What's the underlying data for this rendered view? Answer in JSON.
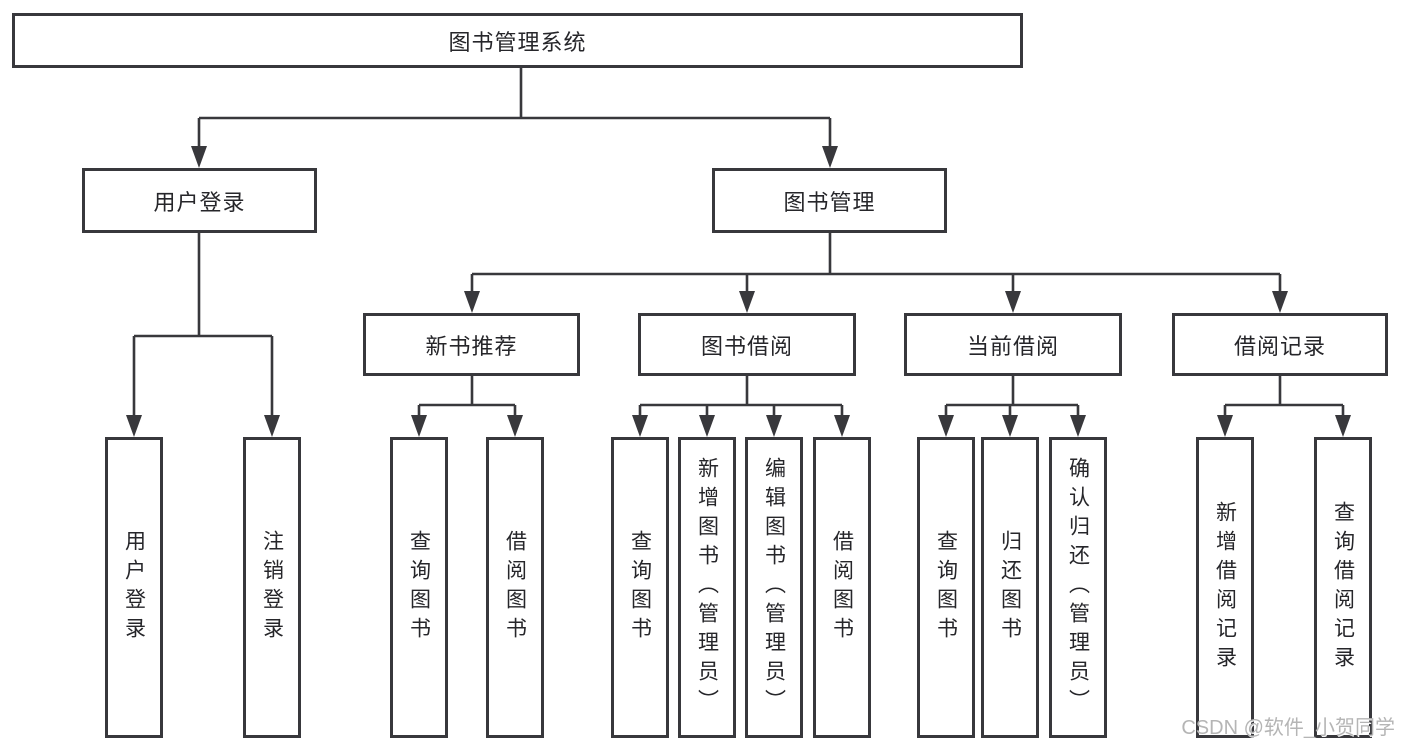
{
  "diagram": {
    "type": "hierarchy",
    "title": "图书管理系统"
  },
  "nodes": {
    "root": {
      "label": "图书管理系统",
      "parent": null
    },
    "user_login": {
      "label": "用户登录",
      "parent": "root"
    },
    "book_management": {
      "label": "图书管理",
      "parent": "root"
    },
    "login": {
      "label": "用户登录",
      "parent": "user_login"
    },
    "logout": {
      "label": "注销登录",
      "parent": "user_login"
    },
    "new_book_recommend": {
      "label": "新书推荐",
      "parent": "book_management"
    },
    "book_borrow": {
      "label": "图书借阅",
      "parent": "book_management"
    },
    "current_borrow": {
      "label": "当前借阅",
      "parent": "book_management"
    },
    "borrow_records": {
      "label": "借阅记录",
      "parent": "book_management"
    },
    "nbr_query_book": {
      "label": "查询图书",
      "parent": "new_book_recommend"
    },
    "nbr_borrow_book": {
      "label": "借阅图书",
      "parent": "new_book_recommend"
    },
    "bb_query_book": {
      "label": "查询图书",
      "parent": "book_borrow"
    },
    "bb_add_book": {
      "label": "新增图书（管理员）",
      "parent": "book_borrow"
    },
    "bb_edit_book": {
      "label": "编辑图书（管理员）",
      "parent": "book_borrow"
    },
    "bb_borrow_book": {
      "label": "借阅图书",
      "parent": "book_borrow"
    },
    "cb_query_book": {
      "label": "查询图书",
      "parent": "current_borrow"
    },
    "cb_return_book": {
      "label": "归还图书",
      "parent": "current_borrow"
    },
    "cb_confirm_return": {
      "label": "确认归还（管理员）",
      "parent": "current_borrow"
    },
    "br_add_record": {
      "label": "新增借阅记录",
      "parent": "borrow_records"
    },
    "br_query_record": {
      "label": "查询借阅记录",
      "parent": "borrow_records"
    }
  },
  "watermark": {
    "text": "CSDN @软件_小贺同学"
  },
  "colors": {
    "line": "#38383c",
    "text": "#26262a",
    "watermark": "#b5b5b5",
    "background": "#ffffff"
  }
}
